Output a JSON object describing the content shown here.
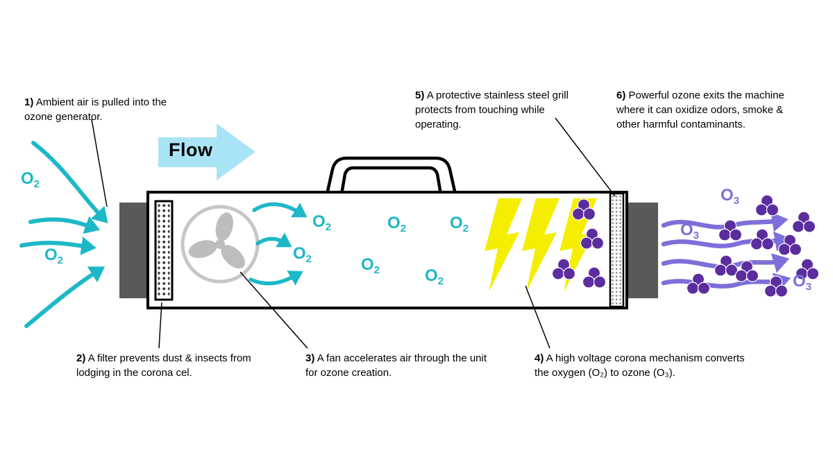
{
  "flow": {
    "label": "Flow"
  },
  "steps": [
    {
      "num": "1)",
      "text": "Ambient air is pulled into the ozone generator."
    },
    {
      "num": "2)",
      "text": "A filter prevents dust & insects from lodging in the corona cel."
    },
    {
      "num": "3)",
      "text": "A fan accelerates air through the unit for ozone creation."
    },
    {
      "num": "4)",
      "text": "A high voltage corona mechanism converts the oxygen (O₂) to ozone (O₃)."
    },
    {
      "num": "5)",
      "text": "A protective stainless steel grill protects from touching while operating."
    },
    {
      "num": "6)",
      "text": "Powerful ozone exits the machine where it can oxidize odors, smoke & other harmful contaminants."
    }
  ],
  "molecules": {
    "o2": {
      "symbol": "O",
      "subscript": "2"
    },
    "o3": {
      "symbol": "O",
      "subscript": "3"
    }
  },
  "colors": {
    "oxygen_teal": "#1db8c8",
    "ozone_purple": "#7d6fd9",
    "molecule_purple": "#5b2d9e",
    "corona_yellow": "#f5ee00",
    "flow_arrow_blue": "#a9e3f6",
    "end_cap_gray": "#595959",
    "fan_gray": "#bdbdbd"
  }
}
